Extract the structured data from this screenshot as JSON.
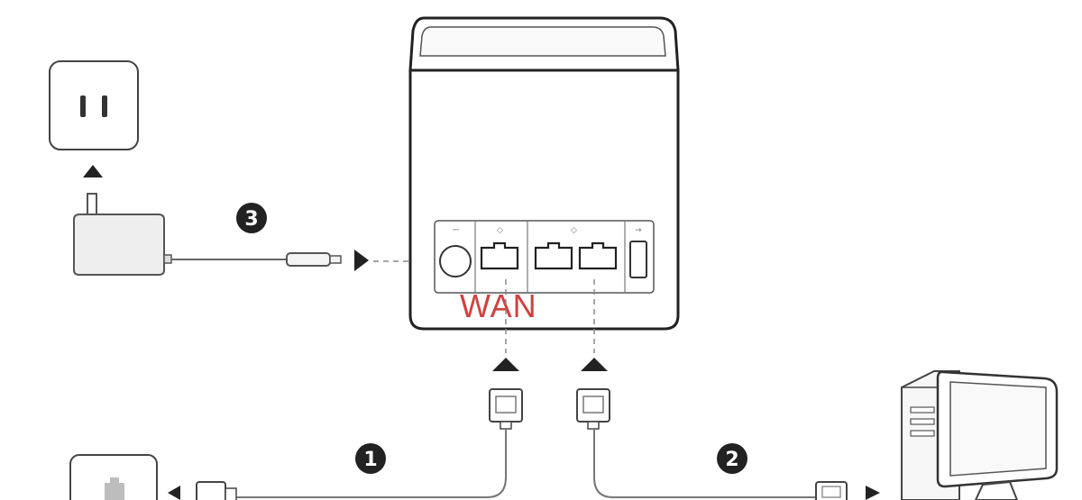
{
  "diagram": {
    "wan_label": "WAN",
    "steps": [
      {
        "number": "1"
      },
      {
        "number": "2"
      },
      {
        "number": "3"
      }
    ],
    "colors": {
      "line": "#2b2b2b",
      "cable": "#777777",
      "fill_light": "#f6f6f6",
      "adapter_fill": "#eeeeee",
      "wan_text": "#d0413f"
    }
  }
}
